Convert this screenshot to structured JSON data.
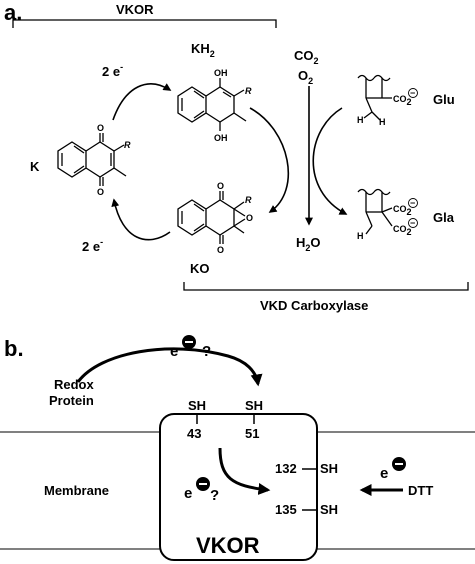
{
  "panel_a": {
    "label": "a.",
    "vkor_bracket_label": "VKOR",
    "carboxylase_bracket_label": "VKD Carboxylase",
    "electrons_top": "2 e",
    "electrons_bottom": "2 e",
    "electron_sup": "-",
    "species_K": "K",
    "species_KH2_main": "KH",
    "species_KH2_sub": "2",
    "species_KO": "KO",
    "glu": "Glu",
    "gla": "Gla",
    "co2_main": "CO",
    "co2_sub": "2",
    "o2_main": "O",
    "o2_sub": "2",
    "h2o_main": "H",
    "h2o_sub": "2",
    "h2o_tail": "O",
    "atom_O": "O",
    "atom_OH": "OH",
    "atom_R": "R",
    "atom_H": "H",
    "carboxylate": "CO",
    "carboxylate_sub": "2",
    "minus": "−"
  },
  "panel_b": {
    "label": "b.",
    "electron": "e",
    "question": "?",
    "minus": "−",
    "redox_line1": "Redox",
    "redox_line2": "Protein",
    "membrane": "Membrane",
    "sh": "SH",
    "residue_43": "43",
    "residue_51": "51",
    "residue_132": "132",
    "residue_135": "135",
    "dtt": "DTT",
    "vkor": "VKOR"
  }
}
